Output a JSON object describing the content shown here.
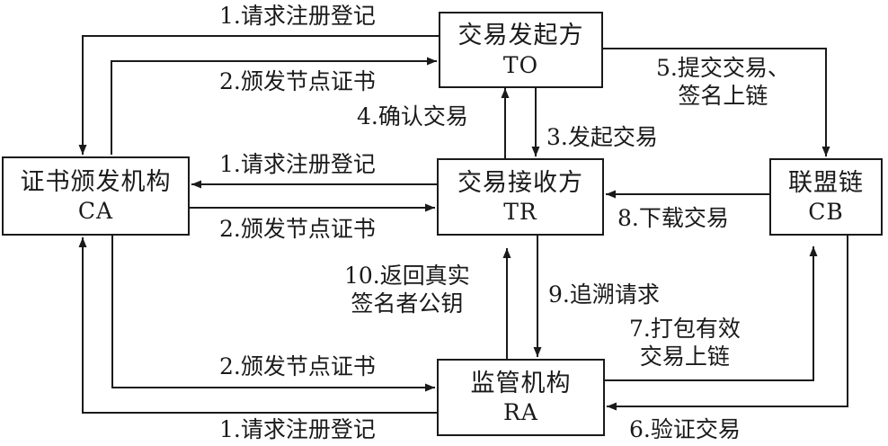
{
  "nodes": {
    "to": {
      "name": "交易发起方",
      "abbr": "TO"
    },
    "ca": {
      "name": "证书颁发机构",
      "abbr": "CA"
    },
    "tr": {
      "name": "交易接收方",
      "abbr": "TR"
    },
    "cb": {
      "name": "联盟链",
      "abbr": "CB"
    },
    "ra": {
      "name": "监管机构",
      "abbr": "RA"
    }
  },
  "edges": {
    "to_ca_register": "1.请求注册登记",
    "ca_to_issue": "2.颁发节点证书",
    "tr_to_confirm": "4.确认交易",
    "to_tr_initiate": "3.发起交易",
    "to_cb_submit_1": "5.提交交易、",
    "to_cb_submit_2": "签名上链",
    "tr_ca_register": "1.请求注册登记",
    "ca_tr_issue": "2.颁发节点证书",
    "cb_tr_download": "8.下载交易",
    "ra_tr_return_1": "10.返回真实",
    "ra_tr_return_2": "签名者公钥",
    "tr_ra_trace": "9.追溯请求",
    "ra_cb_pack_1": "7.打包有效",
    "ra_cb_pack_2": "交易上链",
    "ca_ra_issue": "2.颁发节点证书",
    "ra_ca_register": "1.请求注册登记",
    "cb_ra_verify": "6.验证交易"
  }
}
